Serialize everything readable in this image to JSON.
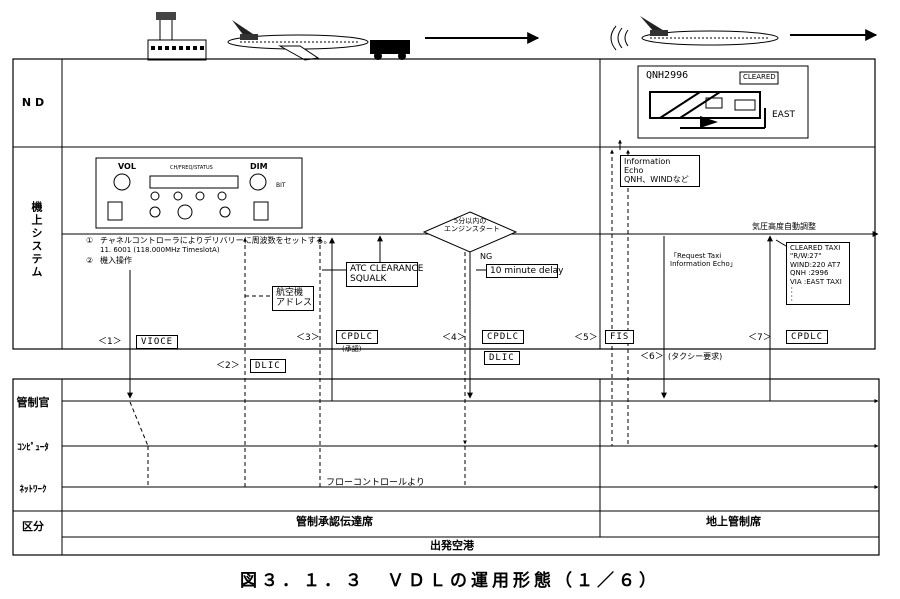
{
  "rows": {
    "nd": "N D",
    "onboard": "機上システム",
    "controller": "管制官",
    "computer": "ｺﾝﾋﾟｭｰﾀ",
    "network": "ﾈｯﾄﾜｰｸ",
    "category": "区分"
  },
  "nd_display": {
    "qnh": "QNH2996",
    "cleared": "CLEARED",
    "runway_dir": "EAST"
  },
  "panel": {
    "vol": "VOL",
    "dim": "DIM",
    "bit": "BIT",
    "status": "CH/FREQ/STATUS",
    "note1_num": "①",
    "note1": "チャネルコントローラによりデリバリーに周波数をセットする。",
    "note1_freq": "11. 6001 (118.000MHz TimeslotA)",
    "note2_num": "②",
    "note2": "機入操作"
  },
  "boxes": {
    "aircraft_address": [
      "航空機",
      "アドレス"
    ],
    "atc_clearance": [
      "ATC CLEARANCE",
      "SQUALK"
    ],
    "engine_start": [
      "5分以内の",
      "エンジンスタート"
    ],
    "ng": "NG",
    "delay": "10 minute delay",
    "info_echo": [
      "Information",
      "Echo",
      "QNH、WINDなど"
    ],
    "taxi_request": [
      "「Request Taxi",
      "Information Echo」"
    ],
    "baro": "気圧高度自動調整",
    "taxi_clear": [
      "CLEARED TAXI",
      "\"R/W:27\"",
      "WIND:220 AT7",
      "QNH :2996",
      "VIA :EAST TAXI",
      "：",
      "："
    ]
  },
  "messages": [
    {
      "num": "＜1＞",
      "tag": "VIOCE"
    },
    {
      "num": "＜2＞",
      "tag": "DLIC"
    },
    {
      "num": "＜3＞",
      "tag": "CPDLC",
      "note": "(承認)"
    },
    {
      "num": "＜4＞",
      "tag": "CPDLC",
      "tag2": "DLIC"
    },
    {
      "num": "＜5＞",
      "tag": "FIS"
    },
    {
      "num": "＜6＞",
      "note": "(タクシー要求)"
    },
    {
      "num": "＜7＞",
      "tag": "CPDLC"
    }
  ],
  "flow_control": "フローコントロールより",
  "sections": {
    "left": "管制承認伝達席",
    "right": "地上管制席",
    "bottom": "出発空港"
  },
  "caption": "図３．１．３　ＶＤＬの運用形態（１／６）"
}
